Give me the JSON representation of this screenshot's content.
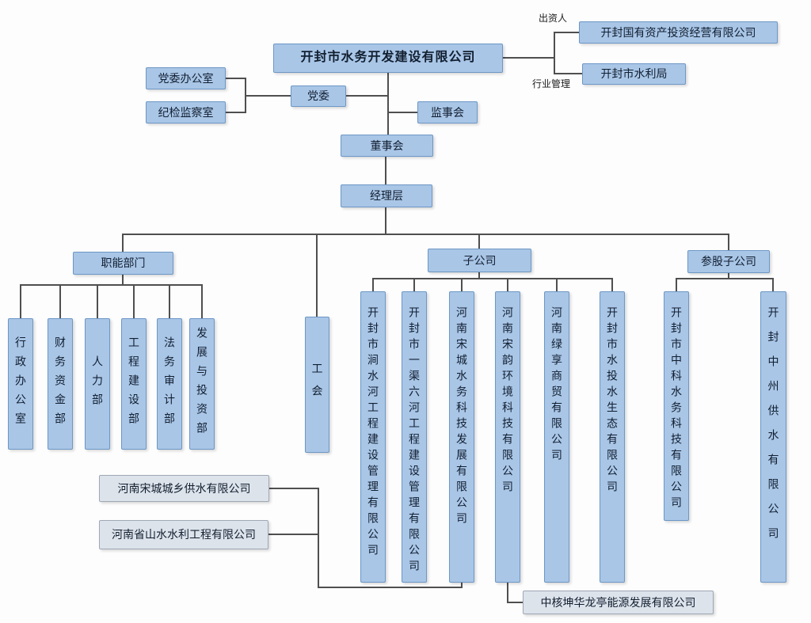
{
  "org": {
    "root": "开封市水务开发建设有限公司",
    "external": {
      "investor_label": "出资人",
      "investor": "开封国有资产投资经营有限公司",
      "industry_label": "行业管理",
      "industry": "开封市水利局"
    },
    "governance": {
      "party_office": "党委办公室",
      "discipline_office": "纪检监察室",
      "party_committee": "党委",
      "supervisory_board": "监事会",
      "board_of_directors": "董事会",
      "management_level": "经理层"
    },
    "groups": {
      "functional": "职能部门",
      "subsidiaries": "子公司",
      "holding": "参股子公司",
      "union": "工会"
    },
    "departments": [
      "行政办公室",
      "财务资金部",
      "人力部",
      "工程建设部",
      "法务审计部",
      "发展与投资部"
    ],
    "subsidiaries": [
      "开封市涧水河工程建设管理有限公司",
      "开封市一渠六河工程建设管理有限公司",
      "河南宋城水务科技发展有限公司",
      "河南宋韵环境科技有限公司",
      "河南绿享商贸有限公司",
      "开封市水投水生态有限公司"
    ],
    "holding_companies": [
      "开封市中科水务科技有限公司",
      "开封中州供水有限公司"
    ],
    "affiliates": [
      "河南宋城城乡供水有限公司",
      "河南省山水水利工程有限公司"
    ],
    "energy_company": "中核坤华龙亭能源发展有限公司"
  },
  "colors": {
    "node_fill": "#a9c6e7",
    "node_border": "#6d97c5",
    "affiliate_fill": "#dde3eb",
    "connector": "#4f4f4f"
  }
}
